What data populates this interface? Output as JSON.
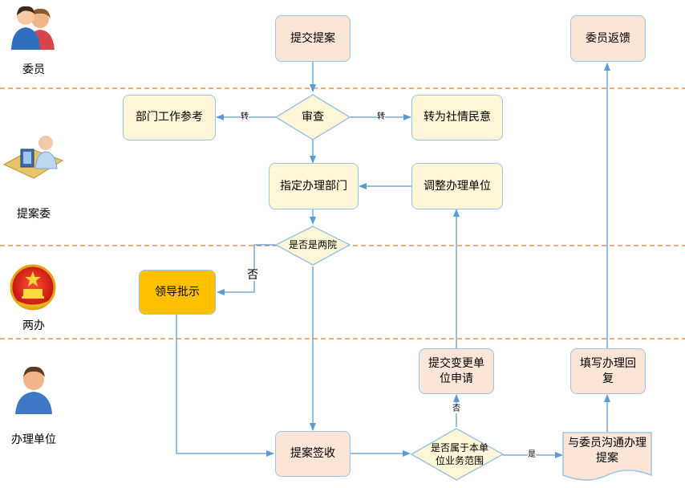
{
  "lanes": [
    {
      "label": "委员"
    },
    {
      "label": "提案委"
    },
    {
      "label": "两办"
    },
    {
      "label": "办理单位"
    }
  ],
  "nodes": {
    "submit": "提交提案",
    "feedback": "委员返馈",
    "review": "审查",
    "dept_ref": "部门工作参考",
    "social": "转为社情民意",
    "assign": "指定办理部门",
    "adjust": "调整办理单位",
    "two_offices": "是否是两院",
    "leader": "领导批示",
    "change_req": "提交变更单位申请",
    "fill_reply": "填写办理回复",
    "sign": "提案签收",
    "scope": "是否属于本单位业务范围",
    "communicate": "与委员沟通办理提案"
  },
  "edge_labels": {
    "to_dept": "转",
    "to_social": "转",
    "no_leader": "否",
    "no_change": "否",
    "yes_comm": "是"
  },
  "colors": {
    "peach": "#fbe5d6",
    "cream": "#fef6d6",
    "gold": "#ffc000",
    "border": "#9dc3e6",
    "arrow": "#5b9bd5",
    "divider": "#ed7d31"
  }
}
